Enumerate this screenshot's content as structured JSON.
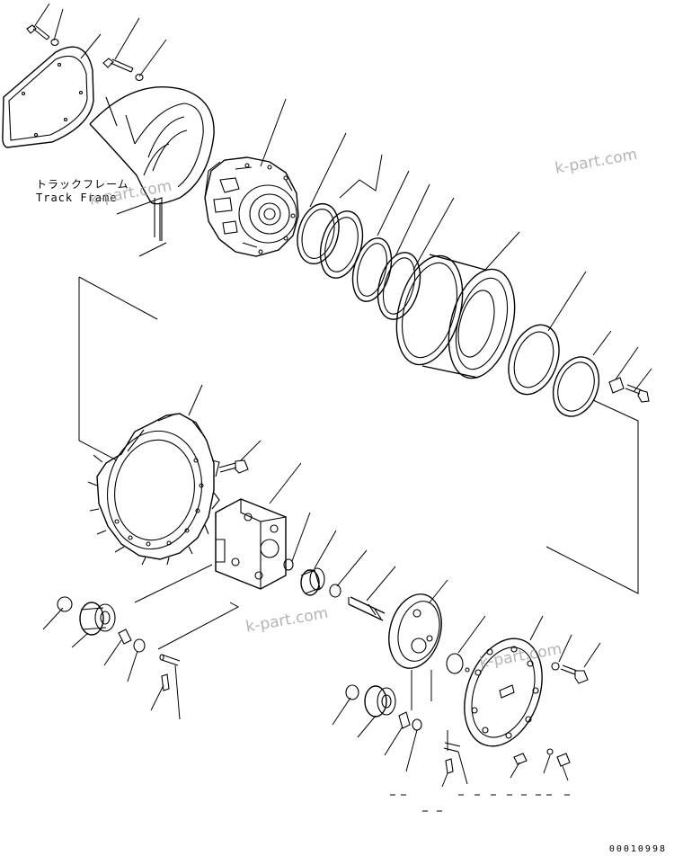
{
  "diagram": {
    "label_jp": "トラックフレーム",
    "label_en": "Track Frame",
    "drawing_code": "00010998",
    "watermarks": [
      "k-part.com",
      "k-part.com",
      "k-part.com",
      "k-part.com"
    ]
  }
}
